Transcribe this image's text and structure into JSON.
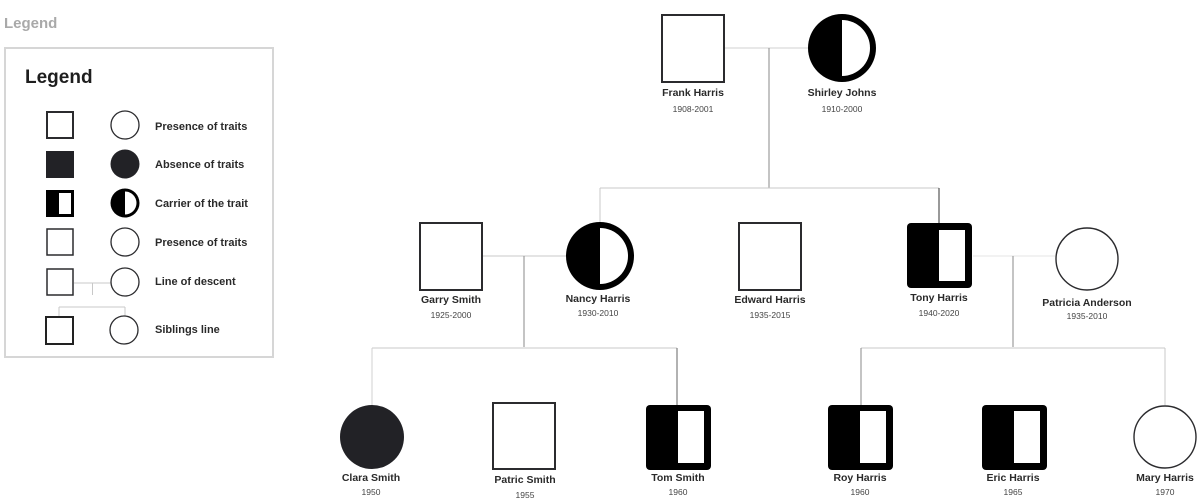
{
  "page": {
    "title": "Legend"
  },
  "legend": {
    "title": "Legend",
    "items": [
      {
        "label": "Presence of traits",
        "square": "empty",
        "circle": "empty"
      },
      {
        "label": "Absence of traits",
        "square": "filled",
        "circle": "filled"
      },
      {
        "label": "Carrier of the trait",
        "square": "half",
        "circle": "half"
      },
      {
        "label": "Presence of traits",
        "square": "empty",
        "circle": "empty"
      },
      {
        "label": "Line of descent",
        "square": "empty",
        "circle": "empty"
      },
      {
        "label": "Siblings line",
        "square": "empty",
        "circle": "empty"
      }
    ]
  },
  "colors": {
    "stroke": "#2b2b2e",
    "filled": "#222226",
    "carrier": "#000000",
    "line": "#c8c8c8"
  },
  "pedigree": {
    "generation1": [
      {
        "name": "Frank Harris",
        "years": "1908-2001",
        "sex": "male",
        "status": "presence"
      },
      {
        "name": "Shirley Johns",
        "years": "1910-2000",
        "sex": "female",
        "status": "carrier"
      }
    ],
    "generation2": [
      {
        "name": "Garry Smith",
        "years": "1925-2000",
        "sex": "male",
        "status": "presence"
      },
      {
        "name": "Nancy Harris",
        "years": "1930-2010",
        "sex": "female",
        "status": "carrier"
      },
      {
        "name": "Edward Harris",
        "years": "1935-2015",
        "sex": "male",
        "status": "presence"
      },
      {
        "name": "Tony Harris",
        "years": "1940-2020",
        "sex": "male",
        "status": "carrier"
      },
      {
        "name": "Patricia Anderson",
        "years": "1935-2010",
        "sex": "female",
        "status": "presence"
      }
    ],
    "generation3": [
      {
        "name": "Clara Smith",
        "years": "1950",
        "sex": "female",
        "status": "absence"
      },
      {
        "name": "Patric Smith",
        "years": "1955",
        "sex": "male",
        "status": "presence"
      },
      {
        "name": "Tom Smith",
        "years": "1960",
        "sex": "male",
        "status": "carrier"
      },
      {
        "name": "Roy Harris",
        "years": "1960",
        "sex": "male",
        "status": "carrier"
      },
      {
        "name": "Eric Harris",
        "years": "1965",
        "sex": "male",
        "status": "carrier"
      },
      {
        "name": "Mary Harris",
        "years": "1970",
        "sex": "female",
        "status": "presence"
      }
    ]
  }
}
